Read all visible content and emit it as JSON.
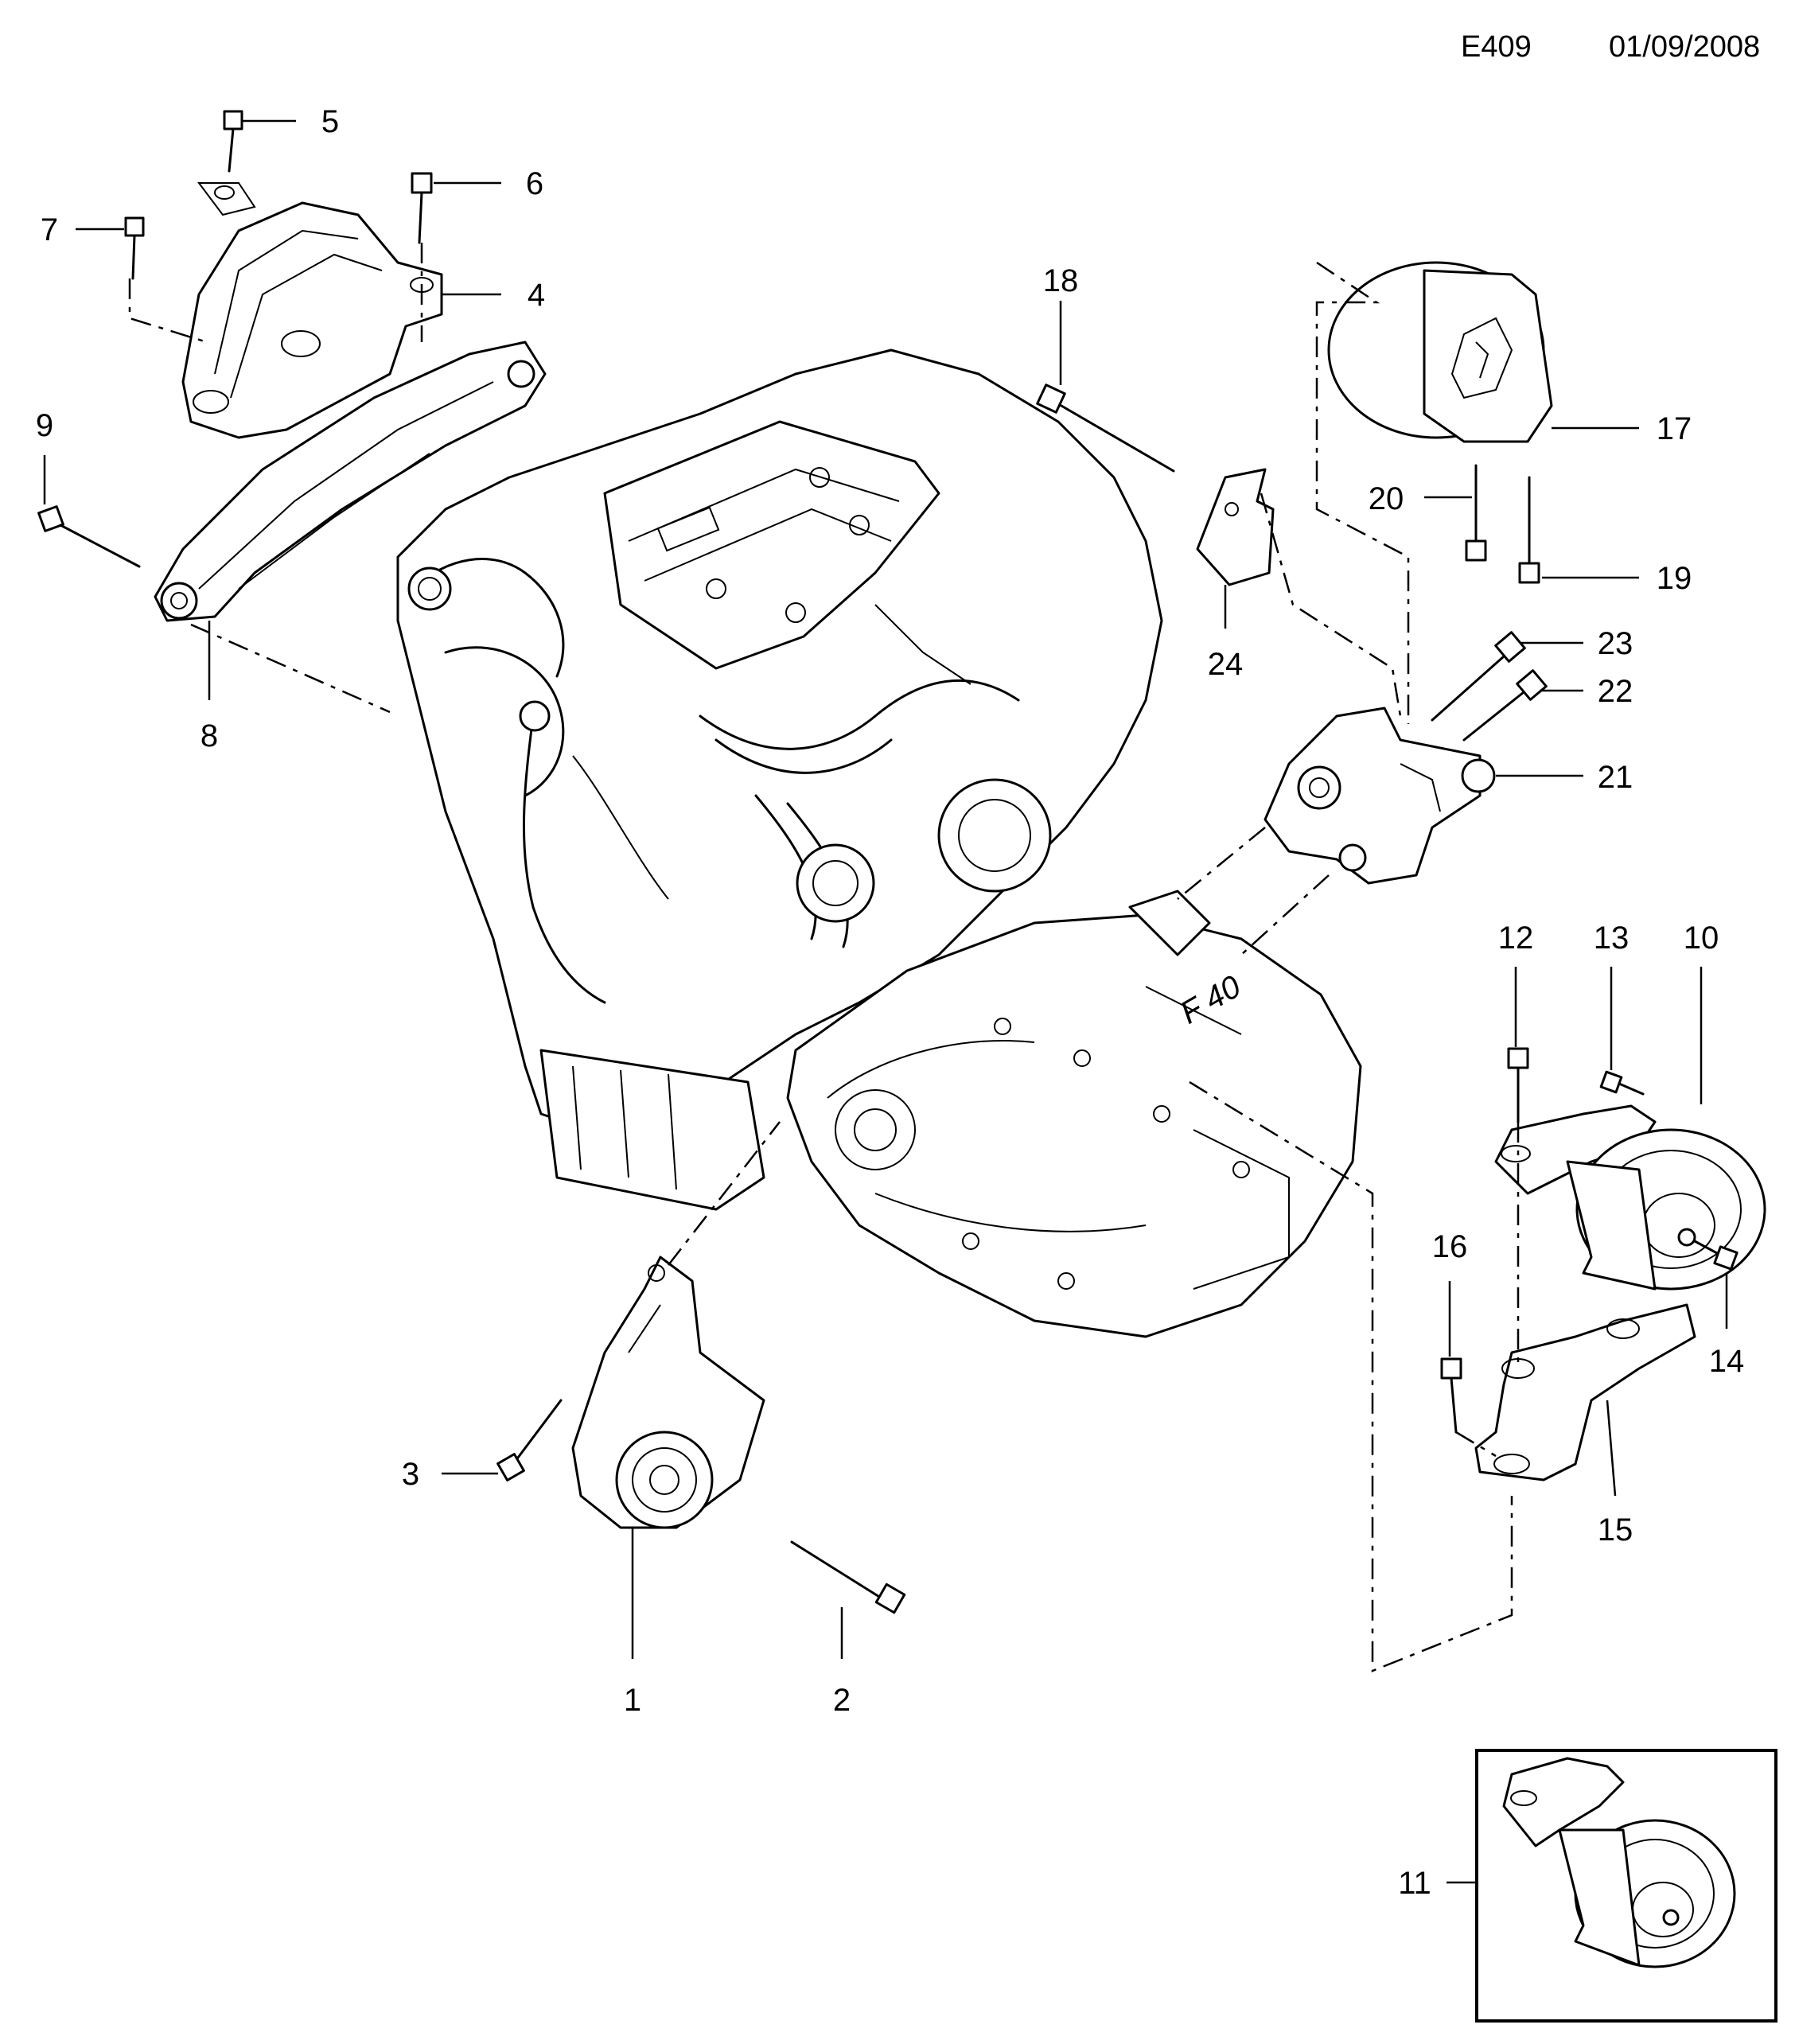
{
  "header": {
    "code": "E409",
    "date": "01/09/2008"
  },
  "callouts": [
    "1",
    "2",
    "3",
    "4",
    "5",
    "6",
    "7",
    "8",
    "9",
    "10",
    "11",
    "12",
    "13",
    "14",
    "15",
    "16",
    "17",
    "18",
    "19",
    "20",
    "21",
    "22",
    "23",
    "24"
  ],
  "gearbox_marking": "F 40"
}
